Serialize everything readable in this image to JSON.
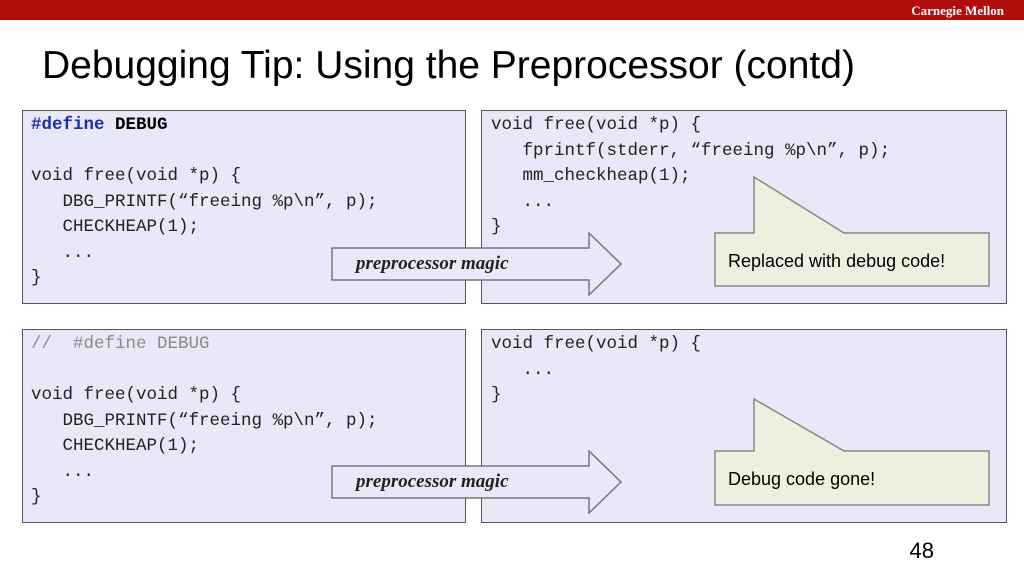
{
  "header": {
    "brand": "Carnegie Mellon"
  },
  "slide": {
    "title": "Debugging Tip: Using the Preprocessor (contd)",
    "page_number": "48"
  },
  "top": {
    "left_code": {
      "define_keyword": "#define",
      "define_name": "DEBUG",
      "lines": [
        "",
        "void free(void *p) {",
        "   DBG_PRINTF(“freeing %p\\n”, p);",
        "   CHECKHEAP(1);",
        "   ...",
        "}"
      ]
    },
    "right_code": {
      "lines": [
        "void free(void *p) {",
        "   fprintf(stderr, “freeing %p\\n”, p);",
        "   mm_checkheap(1);",
        "   ...",
        "}"
      ]
    },
    "arrow_label": "preprocessor magic",
    "callout_text": "Replaced with debug code!"
  },
  "bottom": {
    "left_code": {
      "comment": "//  #define DEBUG",
      "lines": [
        "",
        "void free(void *p) {",
        "   DBG_PRINTF(“freeing %p\\n”, p);",
        "   CHECKHEAP(1);",
        "   ...",
        "}"
      ]
    },
    "right_code": {
      "lines": [
        "void free(void *p) {",
        "   ...",
        "}"
      ]
    },
    "arrow_label": "preprocessor magic",
    "callout_text": "Debug code gone!"
  },
  "colors": {
    "header_bar": "#b10d0d",
    "panel_bg": "#e8e8f8",
    "keyword": "#1c2fb0",
    "comment": "#8a8a8a",
    "callout_bg": "#efefdf"
  }
}
